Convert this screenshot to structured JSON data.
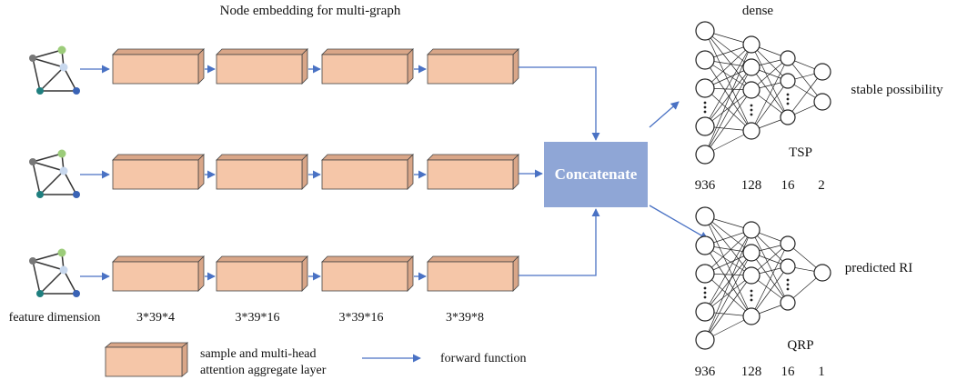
{
  "title": "Node embedding for multi-graph",
  "concat_label": "Concatenate",
  "dims": {
    "feature_label": "feature dimension",
    "layers": [
      "3*39*4",
      "3*39*16",
      "3*39*16",
      "3*39*8"
    ]
  },
  "dense": {
    "label": "dense",
    "top": {
      "output_label": "stable possibility",
      "name": "TSP",
      "counts": [
        "936",
        "128",
        "16",
        "2"
      ]
    },
    "bottom": {
      "output_label": "predicted RI",
      "name": "QRP",
      "counts": [
        "936",
        "128",
        "16",
        "1"
      ]
    }
  },
  "legend": {
    "box_label_line1": "sample and multi-head",
    "box_label_line2": "attention aggregate layer",
    "arrow_label": "forward function"
  },
  "colors": {
    "box_fill": "#f5c6a8",
    "box_side": "#d9a688",
    "box_stroke": "#444444",
    "arrow": "#4a72c4",
    "concat_fill": "#8fa6d6",
    "graph_gray": "#777777",
    "graph_green": "#9ccc7a",
    "graph_light": "#c8d8ee",
    "graph_teal": "#1f7f7f",
    "graph_blue": "#3a63b5"
  }
}
